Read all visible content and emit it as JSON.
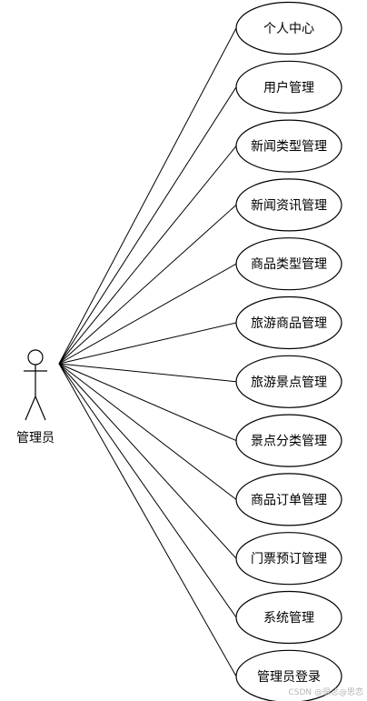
{
  "actor": {
    "name": "管理员"
  },
  "use_cases": [
    "个人中心",
    "用户管理",
    "新闻类型管理",
    "新闻资讯管理",
    "商品类型管理",
    "旅游商品管理",
    "旅游景点管理",
    "景点分类管理",
    "商品订单管理",
    "门票预订管理",
    "系统管理",
    "管理员登录"
  ],
  "watermark": "CSDN @很念@思恋"
}
